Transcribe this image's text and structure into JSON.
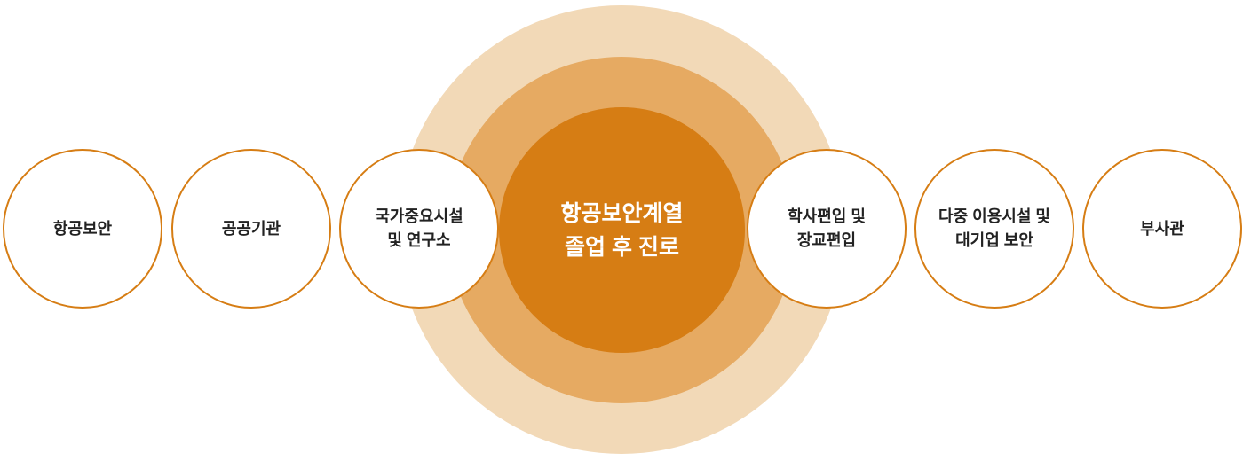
{
  "center": {
    "line1": "항공보안계열",
    "line2": "졸업 후 진로"
  },
  "nodes": [
    {
      "line1": "항공보안",
      "line2": ""
    },
    {
      "line1": "공공기관",
      "line2": ""
    },
    {
      "line1": "국가중요시설",
      "line2": "및 연구소"
    },
    {
      "line1": "학사편입 및",
      "line2": "장교편입"
    },
    {
      "line1": "다중 이용시설 및",
      "line2": "대기업 보안"
    },
    {
      "line1": "부사관",
      "line2": ""
    }
  ],
  "colors": {
    "outer": "#f2d9b7",
    "mid": "#e6aa62",
    "inner": "#d67d14",
    "border": "#d67d14"
  }
}
